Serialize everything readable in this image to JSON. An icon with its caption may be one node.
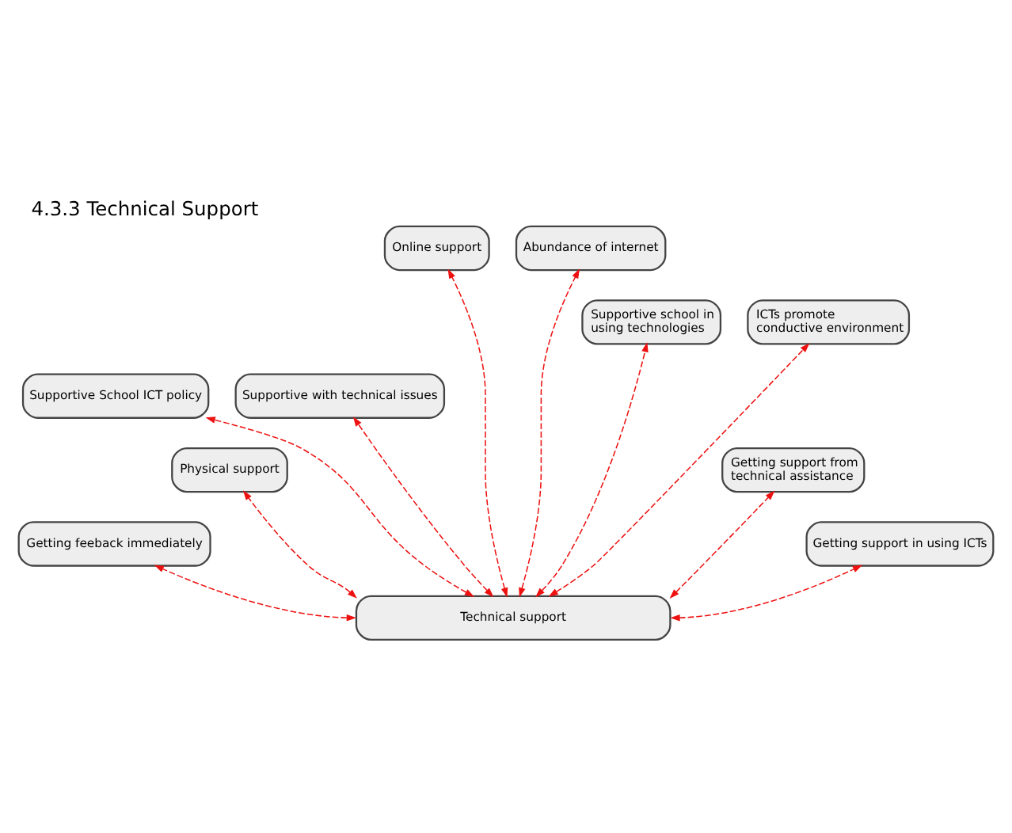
{
  "diagram": {
    "title": "4.3.3 Technical Support",
    "nodes": [
      {
        "text": [
          "Online support"
        ]
      },
      {
        "text": [
          "Abundance of internet"
        ]
      },
      {
        "text": [
          "Supportive school in using technologies"
        ]
      },
      {
        "text": [
          "ICTs promote conductive environment"
        ]
      },
      {
        "text": [
          "Supportive School ICT policy"
        ]
      },
      {
        "text": [
          "Supportive with technical issues"
        ]
      },
      {
        "text": [
          "Physical support"
        ]
      },
      {
        "text": [
          "Getting support from technical assistance"
        ]
      },
      {
        "text": [
          "Getting feeback immediately"
        ]
      },
      {
        "text": [
          "Getting support in using ICTs"
        ]
      },
      {
        "text": [
          "Technical support"
        ]
      }
    ],
    "edges": [
      {
        "from": 10,
        "to": 0,
        "arrow": "both",
        "style": "dashed"
      },
      {
        "from": 10,
        "to": 1,
        "arrow": "both",
        "style": "dashed"
      },
      {
        "from": 10,
        "to": 2,
        "arrow": "both",
        "style": "dashed"
      },
      {
        "from": 10,
        "to": 3,
        "arrow": "both",
        "style": "dashed"
      },
      {
        "from": 10,
        "to": 4,
        "arrow": "both",
        "style": "dashed"
      },
      {
        "from": 10,
        "to": 5,
        "arrow": "both",
        "style": "dashed"
      },
      {
        "from": 10,
        "to": 6,
        "arrow": "both",
        "style": "dashed"
      },
      {
        "from": 10,
        "to": 7,
        "arrow": "both",
        "style": "dashed"
      },
      {
        "from": 10,
        "to": 8,
        "arrow": "both",
        "style": "dashed"
      },
      {
        "from": 10,
        "to": 9,
        "arrow": "both",
        "style": "dashed"
      }
    ]
  }
}
